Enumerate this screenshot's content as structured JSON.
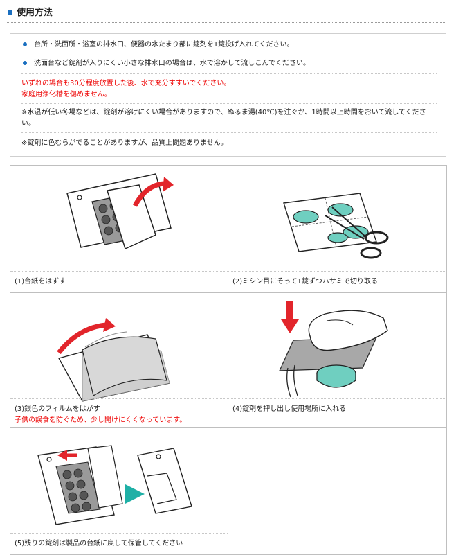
{
  "section": {
    "title": "使用方法"
  },
  "notes": [
    "台所・洗面所・浴室の排水口、便器の水たまり部に錠剤を1錠投げ入れてください。",
    "洗面台など錠剤が入りにくい小さな排水口の場合は、水で溶かして流しこんでください。",
    "いずれの場合も30分程度放置した後、水で充分すすいでください。",
    "家庭用浄化槽を傷めません。",
    "※水温が低い冬場などは、錠剤が溶けにくい場合がありますので、ぬるま湯(40℃)を注ぐか、1時間以上時間をおいて流してください。",
    "※錠剤に色むらがでることがありますが、品質上問題ありません。"
  ],
  "steps": [
    {
      "caption": "(1)台紙をはずす"
    },
    {
      "caption": "(2)ミシン目にそって1錠ずつハサミで切り取る"
    },
    {
      "caption": "(3)銀色のフィルムをはがす",
      "note": "子供の誤食を防ぐため、少し開けにくくなっています。"
    },
    {
      "caption": "(4)錠剤を押し出し使用場所に入れる"
    },
    {
      "caption": "(5)残りの錠剤は製品の台紙に戻して保管してください"
    }
  ],
  "colors": {
    "accent": "#1a6fc0",
    "arrow_red": "#e2252b",
    "tablet": "#6fcfc0",
    "warning": "#e00000"
  }
}
